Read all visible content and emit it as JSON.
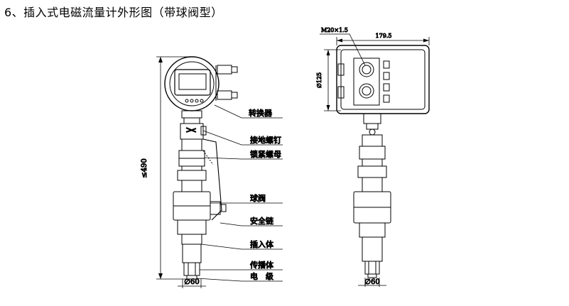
{
  "title": "6、插入式电磁流量计外形图（带球阀型）",
  "dimensions": {
    "height_max": "≤490",
    "diameter_left": "∅60",
    "diameter_right": "∅60",
    "width": "179.5",
    "thread": "M20×1.5",
    "head_diameter": "∅125"
  },
  "callouts": [
    "转换器",
    "接地螺钉",
    "锁紧螺母",
    "球阀",
    "安全链",
    "插入体",
    "传播体",
    "电　级"
  ]
}
